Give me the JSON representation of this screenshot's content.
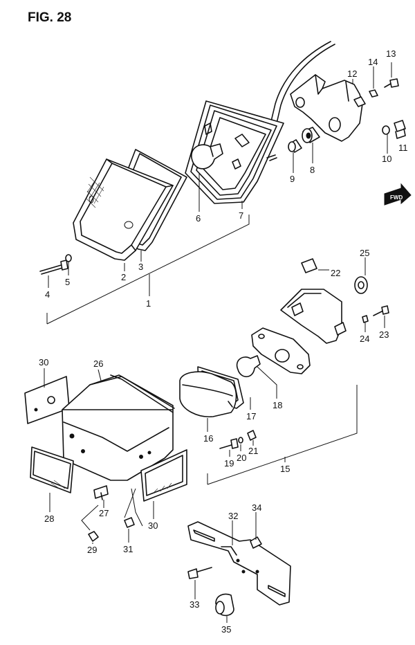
{
  "figure": {
    "title": "FIG. 28"
  },
  "direction_marker": {
    "label": "FWD",
    "icon": "forward-arrow-icon"
  },
  "callouts": [
    {
      "id": "1",
      "label": "1"
    },
    {
      "id": "2",
      "label": "2"
    },
    {
      "id": "3",
      "label": "3"
    },
    {
      "id": "4",
      "label": "4"
    },
    {
      "id": "5",
      "label": "5"
    },
    {
      "id": "6",
      "label": "6"
    },
    {
      "id": "7",
      "label": "7"
    },
    {
      "id": "8",
      "label": "8"
    },
    {
      "id": "9",
      "label": "9"
    },
    {
      "id": "10",
      "label": "10"
    },
    {
      "id": "11",
      "label": "11"
    },
    {
      "id": "12",
      "label": "12"
    },
    {
      "id": "13",
      "label": "13"
    },
    {
      "id": "14",
      "label": "14"
    },
    {
      "id": "15",
      "label": "15"
    },
    {
      "id": "16",
      "label": "16"
    },
    {
      "id": "17",
      "label": "17"
    },
    {
      "id": "18",
      "label": "18"
    },
    {
      "id": "19",
      "label": "19"
    },
    {
      "id": "20",
      "label": "20"
    },
    {
      "id": "21",
      "label": "21"
    },
    {
      "id": "22",
      "label": "22"
    },
    {
      "id": "23",
      "label": "23"
    },
    {
      "id": "24",
      "label": "24"
    },
    {
      "id": "25",
      "label": "25"
    },
    {
      "id": "26",
      "label": "26"
    },
    {
      "id": "27",
      "label": "27"
    },
    {
      "id": "28",
      "label": "28"
    },
    {
      "id": "29",
      "label": "29"
    },
    {
      "id": "30",
      "label": "30"
    },
    {
      "id": "30b",
      "label": "30"
    },
    {
      "id": "31",
      "label": "31"
    },
    {
      "id": "32",
      "label": "32"
    },
    {
      "id": "33",
      "label": "33"
    },
    {
      "id": "34",
      "label": "34"
    },
    {
      "id": "35",
      "label": "35"
    }
  ]
}
